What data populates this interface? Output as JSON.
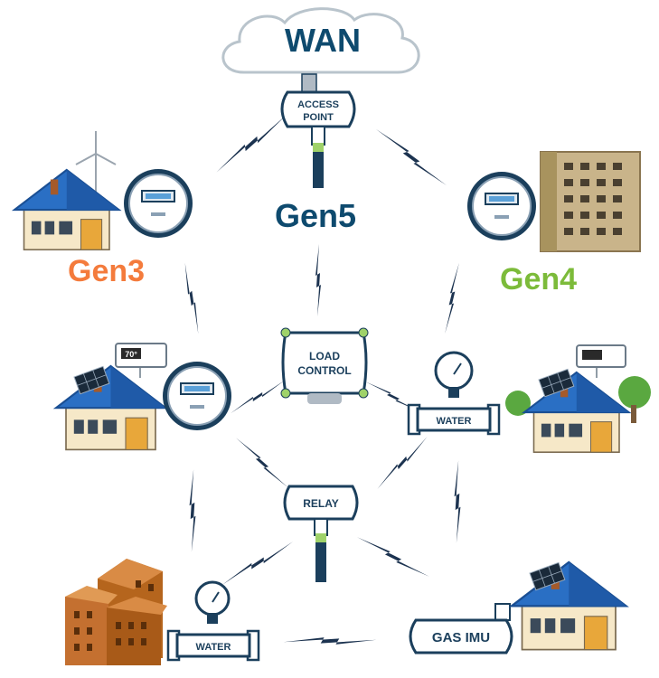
{
  "labels": {
    "wan": "WAN",
    "gen5": "Gen5",
    "gen3": "Gen3",
    "gen4": "Gen4"
  },
  "devices": {
    "access_point_line1": "ACCESS",
    "access_point_line2": "POINT",
    "load_control_line1": "LOAD",
    "load_control_line2": "CONTROL",
    "relay": "RELAY",
    "water_right": "WATER",
    "water_bottom": "WATER",
    "gas_imu": "GAS IMU",
    "thermostat_left": "70°"
  },
  "colors": {
    "wan": "#0e4a6e",
    "gen5": "#0e4a6e",
    "gen3": "#f47b3c",
    "gen4": "#7cbb3a",
    "device_outline": "#1b3f5c",
    "lightning": "#1c3350",
    "roof": "#2a6fc4",
    "brick": "#b5651d"
  }
}
